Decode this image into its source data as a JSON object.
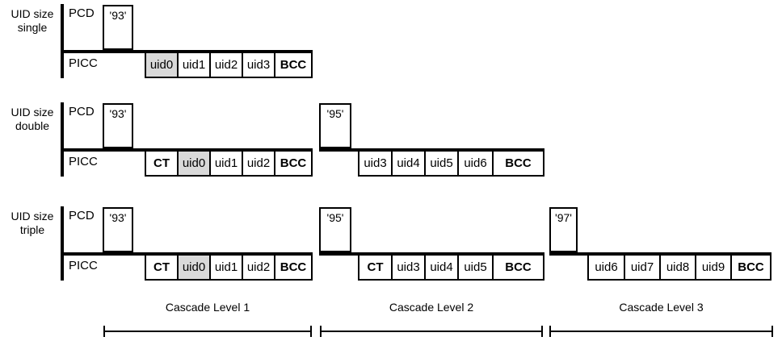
{
  "rows": [
    {
      "size_label": {
        "line1": "UID size",
        "line2": "single"
      },
      "pcd": "PCD",
      "picc": "PICC",
      "levels": [
        {
          "code": "'93'",
          "cells": [
            "uid0",
            "uid1",
            "uid2",
            "uid3",
            "BCC"
          ]
        }
      ]
    },
    {
      "size_label": {
        "line1": "UID size",
        "line2": "double"
      },
      "pcd": "PCD",
      "picc": "PICC",
      "levels": [
        {
          "code": "'93'",
          "cells": [
            "CT",
            "uid0",
            "uid1",
            "uid2",
            "BCC"
          ]
        },
        {
          "code": "'95'",
          "cells": [
            "uid3",
            "uid4",
            "uid5",
            "uid6",
            "BCC"
          ]
        }
      ]
    },
    {
      "size_label": {
        "line1": "UID size",
        "line2": "triple"
      },
      "pcd": "PCD",
      "picc": "PICC",
      "levels": [
        {
          "code": "'93'",
          "cells": [
            "CT",
            "uid0",
            "uid1",
            "uid2",
            "BCC"
          ]
        },
        {
          "code": "'95'",
          "cells": [
            "CT",
            "uid3",
            "uid4",
            "uid5",
            "BCC"
          ]
        },
        {
          "code": "'97'",
          "cells": [
            "uid6",
            "uid7",
            "uid8",
            "uid9",
            "BCC"
          ]
        }
      ]
    }
  ],
  "footer": {
    "labels": [
      "Cascade Level 1",
      "Cascade Level 2",
      "Cascade Level 3"
    ]
  },
  "colors": {
    "line": "#000000",
    "shaded_cell": "#d9d9d9"
  }
}
